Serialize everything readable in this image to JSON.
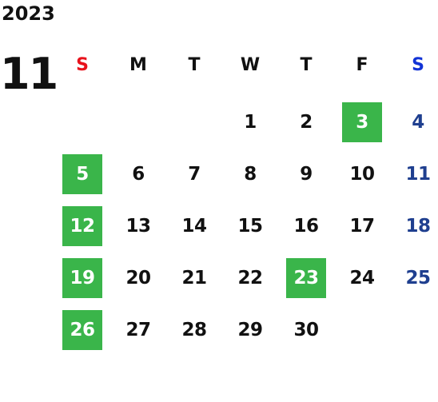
{
  "calendar": {
    "year": "2023",
    "month": "11",
    "weekdays": [
      "S",
      "M",
      "T",
      "W",
      "T",
      "F",
      "S"
    ],
    "weeks": [
      [
        "",
        "",
        "",
        "1",
        "2",
        "3",
        "4"
      ],
      [
        "5",
        "6",
        "7",
        "8",
        "9",
        "10",
        "11"
      ],
      [
        "12",
        "13",
        "14",
        "15",
        "16",
        "17",
        "18"
      ],
      [
        "19",
        "20",
        "21",
        "22",
        "23",
        "24",
        "25"
      ],
      [
        "26",
        "27",
        "28",
        "29",
        "30",
        "",
        ""
      ]
    ],
    "highlighted_days": [
      "3",
      "5",
      "12",
      "19",
      "23",
      "26"
    ]
  },
  "colors": {
    "highlight": "#3ab54a",
    "sunday_label": "#e8121c",
    "saturday_label": "#1233d6",
    "saturday_date": "#1f3f8f"
  }
}
